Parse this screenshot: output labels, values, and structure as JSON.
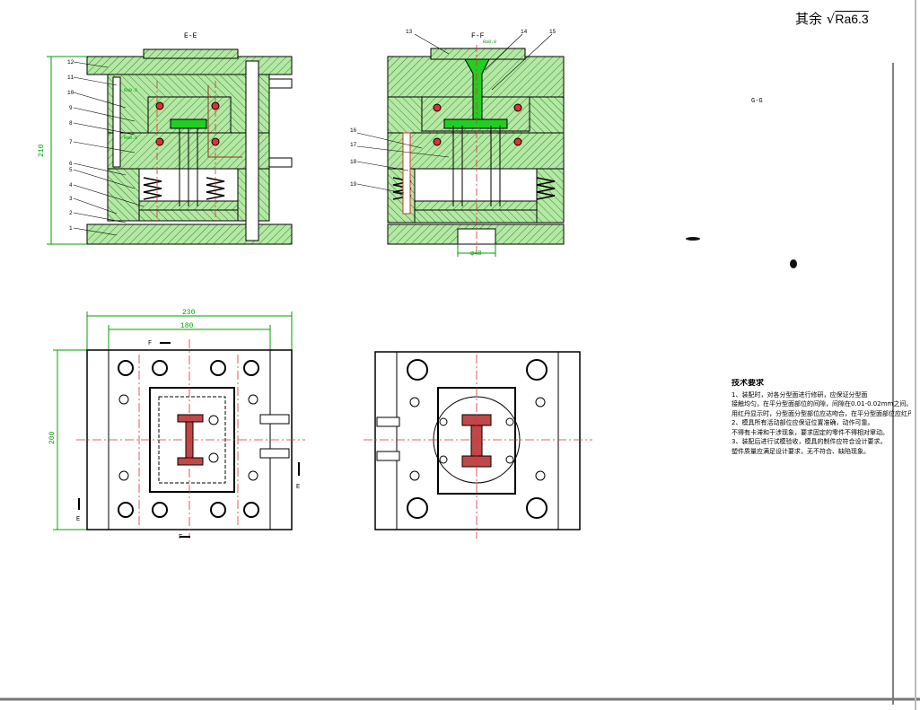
{
  "colors": {
    "plate_fill": "#b4e8a4",
    "hatch": "#2e8a2e",
    "outline": "#000000",
    "dimension": "#00a000",
    "centerline": "#ff0000",
    "brown": "#8a3a1a",
    "sprue": "#20d020"
  },
  "title_block": {
    "roughness_label": "其余",
    "roughness_value": "Ra6.3"
  },
  "views": {
    "section_e": "E-E",
    "section_f": "F-F",
    "section_g": "G-G",
    "cut_mark_f": "F",
    "cut_mark_e": "E"
  },
  "part_numbers_left": [
    "12",
    "11",
    "10",
    "9",
    "8",
    "7",
    "6",
    "5",
    "4",
    "3",
    "2",
    "1"
  ],
  "part_numbers_right": [
    "13",
    "14",
    "15",
    "16",
    "17",
    "18",
    "19"
  ],
  "dimensions": {
    "height_210": "210",
    "width_230": "230",
    "width_180": "180",
    "height_200": "200",
    "dia_40": "φ40",
    "ra_small": "Ra0.8"
  },
  "technical_requirements": {
    "title": "技术要求",
    "lines": [
      "1、装配时，对各分型面进行修研，应保证分型面",
      "接触均匀，在平分型面部位的间隙，间隙在0.01-0.02mm之间。",
      "用红丹显示时，分型面分型部位应达吻合，在平分型面部位应红丹即可。",
      "2、模具所有活动部位应保证位置准确，动作可靠。",
      "不得有卡滞和干涉现象，要求固定的零件不得相对窜动。",
      "3、装配后进行试模验收，模具的制件应符合设计要求。",
      "塑件质量应满足设计要求，无不符合、缺陷现象。"
    ]
  }
}
